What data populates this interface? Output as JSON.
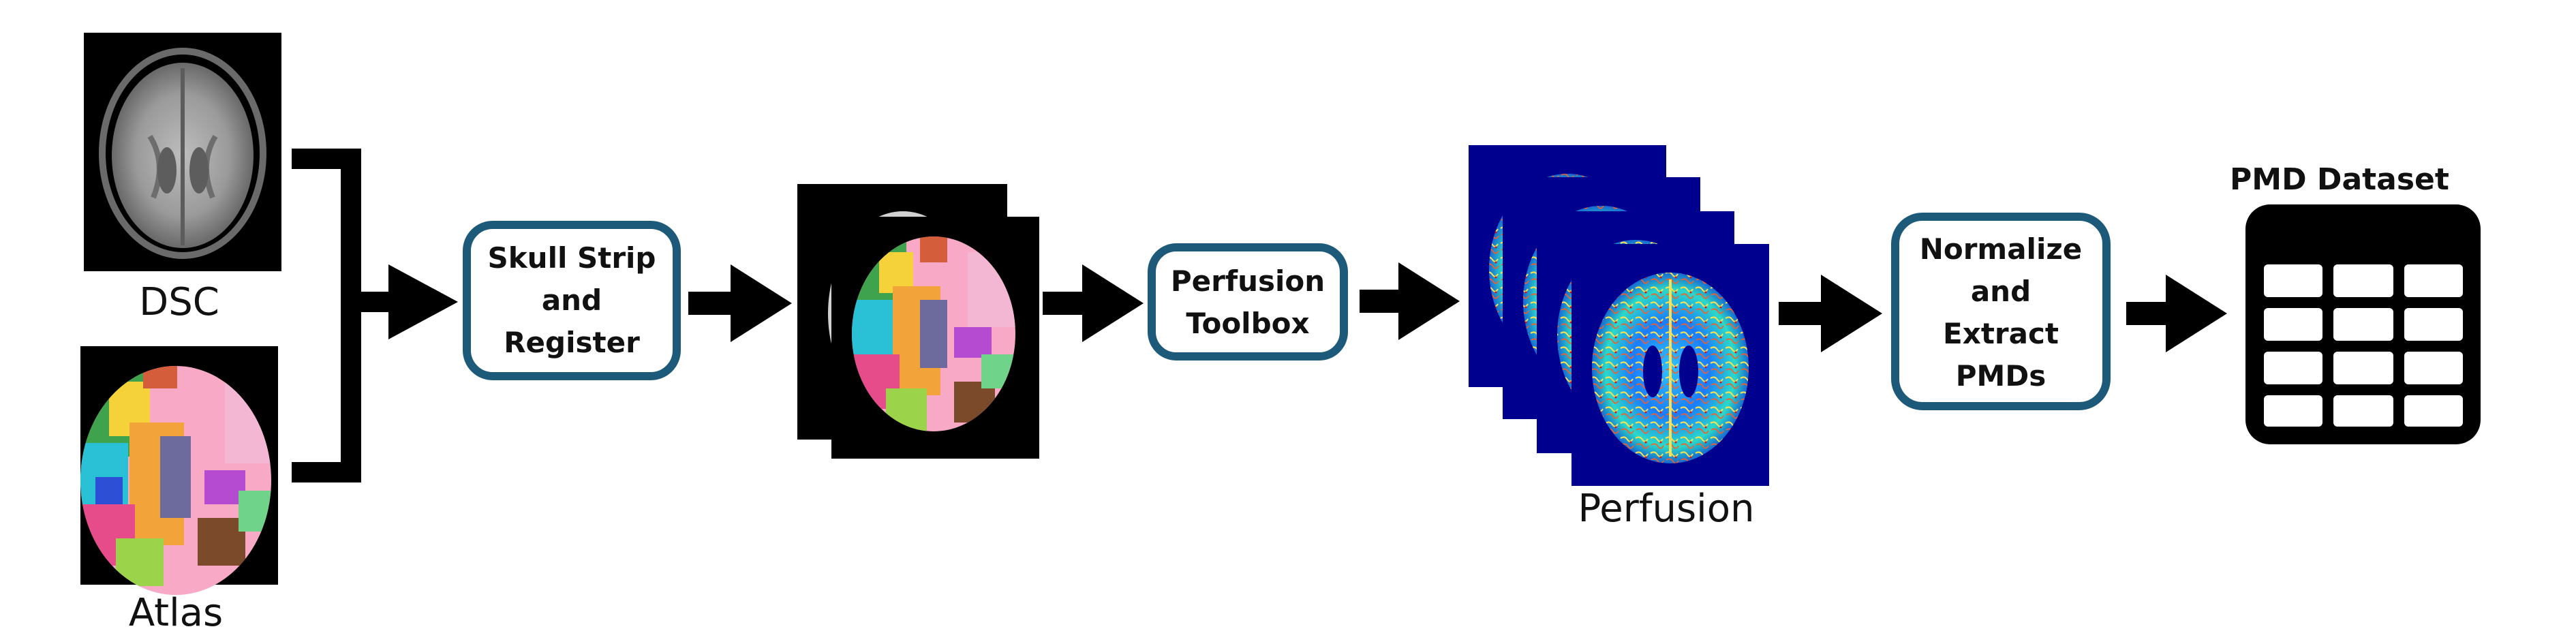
{
  "inputs": {
    "dsc_label": "DSC",
    "atlas_label": "Atlas"
  },
  "steps": {
    "skull_strip": [
      "Skull Strip",
      "and",
      "Register"
    ],
    "perfusion_toolbox": [
      "Perfusion",
      "Toolbox"
    ],
    "normalize": [
      "Normalize",
      "and",
      "Extract",
      "PMDs"
    ]
  },
  "outputs": {
    "perfusion_label": "Perfusion",
    "dataset_title": "PMD Dataset"
  },
  "colors": {
    "box_border": "#1d5a7a",
    "arrow": "#000000",
    "perfusion_bg": "#00008f",
    "image_bg": "#000000"
  }
}
